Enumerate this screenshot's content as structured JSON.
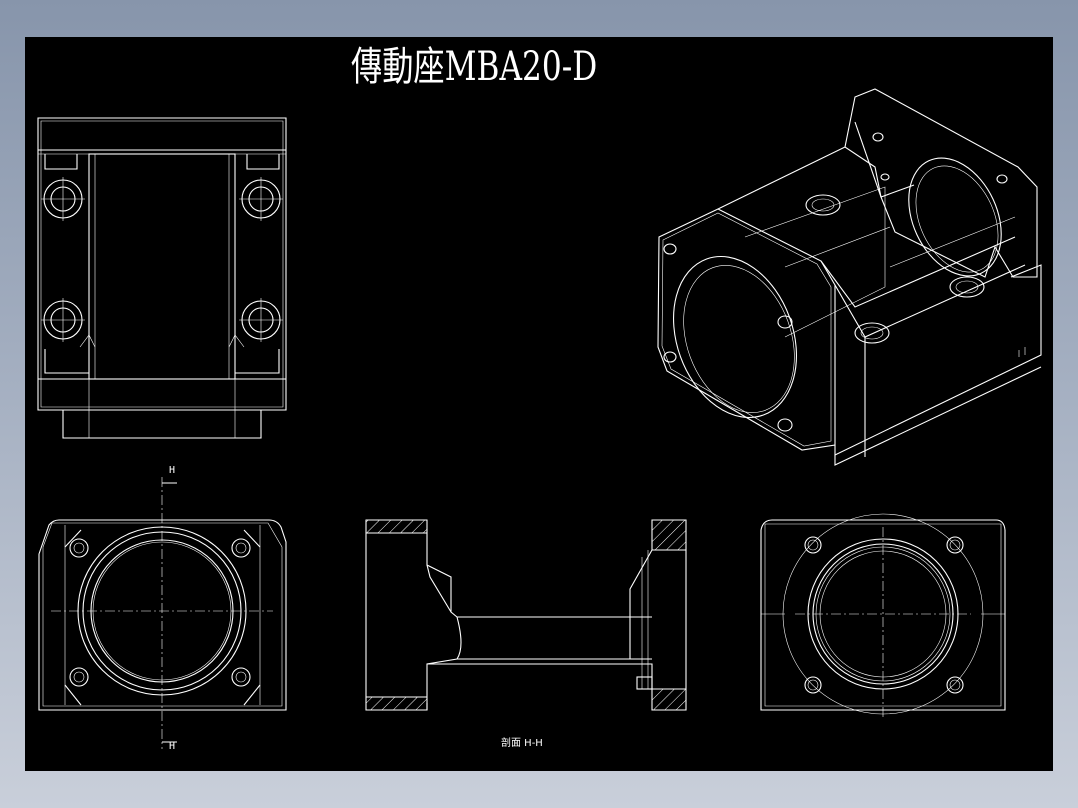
{
  "drawing": {
    "title": "傳動座MBA20-D",
    "section_label": "剖面  H-H",
    "section_mark_top": "H",
    "section_mark_bottom": "H"
  },
  "colors": {
    "background": "#000000",
    "lines": "#ffffff",
    "frame": "#8795ab"
  }
}
